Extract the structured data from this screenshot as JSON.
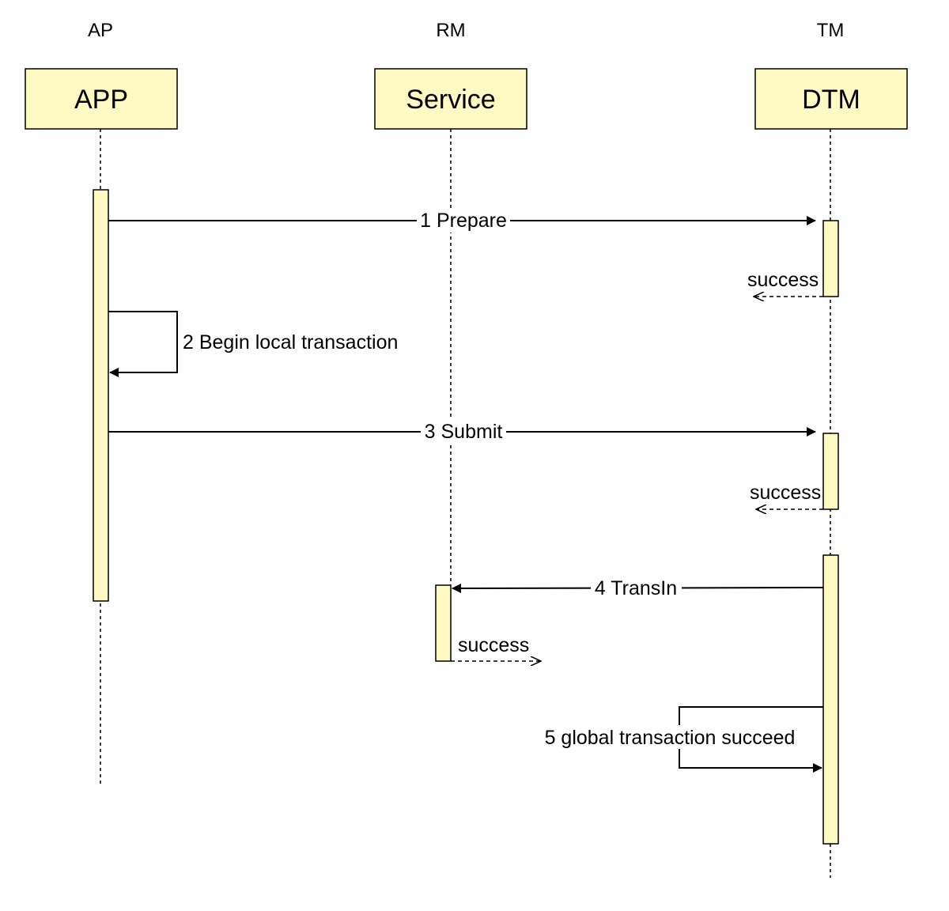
{
  "colors": {
    "box_fill": "#fff9c4",
    "line": "#000000",
    "background": "#ffffff"
  },
  "participants": [
    {
      "role": "AP",
      "name": "APP"
    },
    {
      "role": "RM",
      "name": "Service"
    },
    {
      "role": "TM",
      "name": "DTM"
    }
  ],
  "messages": [
    {
      "label": "1 Prepare",
      "style": "solid",
      "from": "APP",
      "to": "DTM"
    },
    {
      "label": "success",
      "style": "dashed",
      "from": "DTM",
      "to": "APP"
    },
    {
      "label": "2 Begin local transaction",
      "style": "solid",
      "from": "APP",
      "to": "APP"
    },
    {
      "label": "3 Submit",
      "style": "solid",
      "from": "APP",
      "to": "DTM"
    },
    {
      "label": "success",
      "style": "dashed",
      "from": "DTM",
      "to": "APP"
    },
    {
      "label": "4 TransIn",
      "style": "solid",
      "from": "DTM",
      "to": "Service"
    },
    {
      "label": "success",
      "style": "dashed",
      "from": "Service",
      "to": "DTM"
    },
    {
      "label": "5 global transaction succeed",
      "style": "solid",
      "from": "DTM",
      "to": "DTM"
    }
  ]
}
